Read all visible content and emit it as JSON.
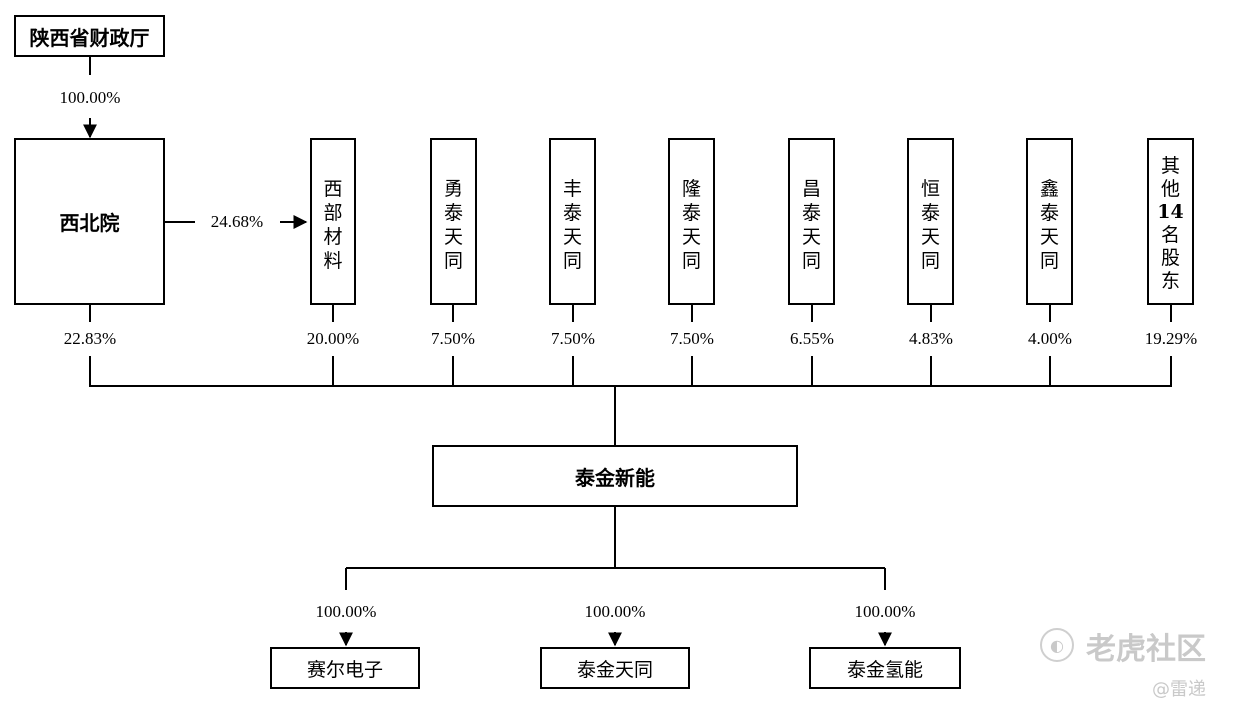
{
  "top_owner": {
    "label": "陕西省财政厅",
    "pct": "100.00%"
  },
  "northwest": {
    "label": "西北院",
    "pct_to_materials": "24.68%",
    "pct": "22.83%"
  },
  "shareholders": [
    {
      "label": "西部材料",
      "pct": "20.00%"
    },
    {
      "label": "勇泰天同",
      "pct": "7.50%"
    },
    {
      "label": "丰泰天同",
      "pct": "7.50%"
    },
    {
      "label": "隆泰天同",
      "pct": "7.50%"
    },
    {
      "label": "昌泰天同",
      "pct": "6.55%"
    },
    {
      "label": "恒泰天同",
      "pct": "4.83%"
    },
    {
      "label": "鑫泰天同",
      "pct": "4.00%"
    },
    {
      "label_lines": [
        "其",
        "他",
        "14",
        "名",
        "股",
        "东"
      ],
      "pct": "19.29%"
    }
  ],
  "company": {
    "label": "泰金新能"
  },
  "subsidiaries": [
    {
      "label": "赛尔电子",
      "pct": "100.00%"
    },
    {
      "label": "泰金天同",
      "pct": "100.00%"
    },
    {
      "label": "泰金氢能",
      "pct": "100.00%"
    }
  ],
  "watermark": {
    "brand": "老虎社区",
    "handle": "@雷递"
  }
}
